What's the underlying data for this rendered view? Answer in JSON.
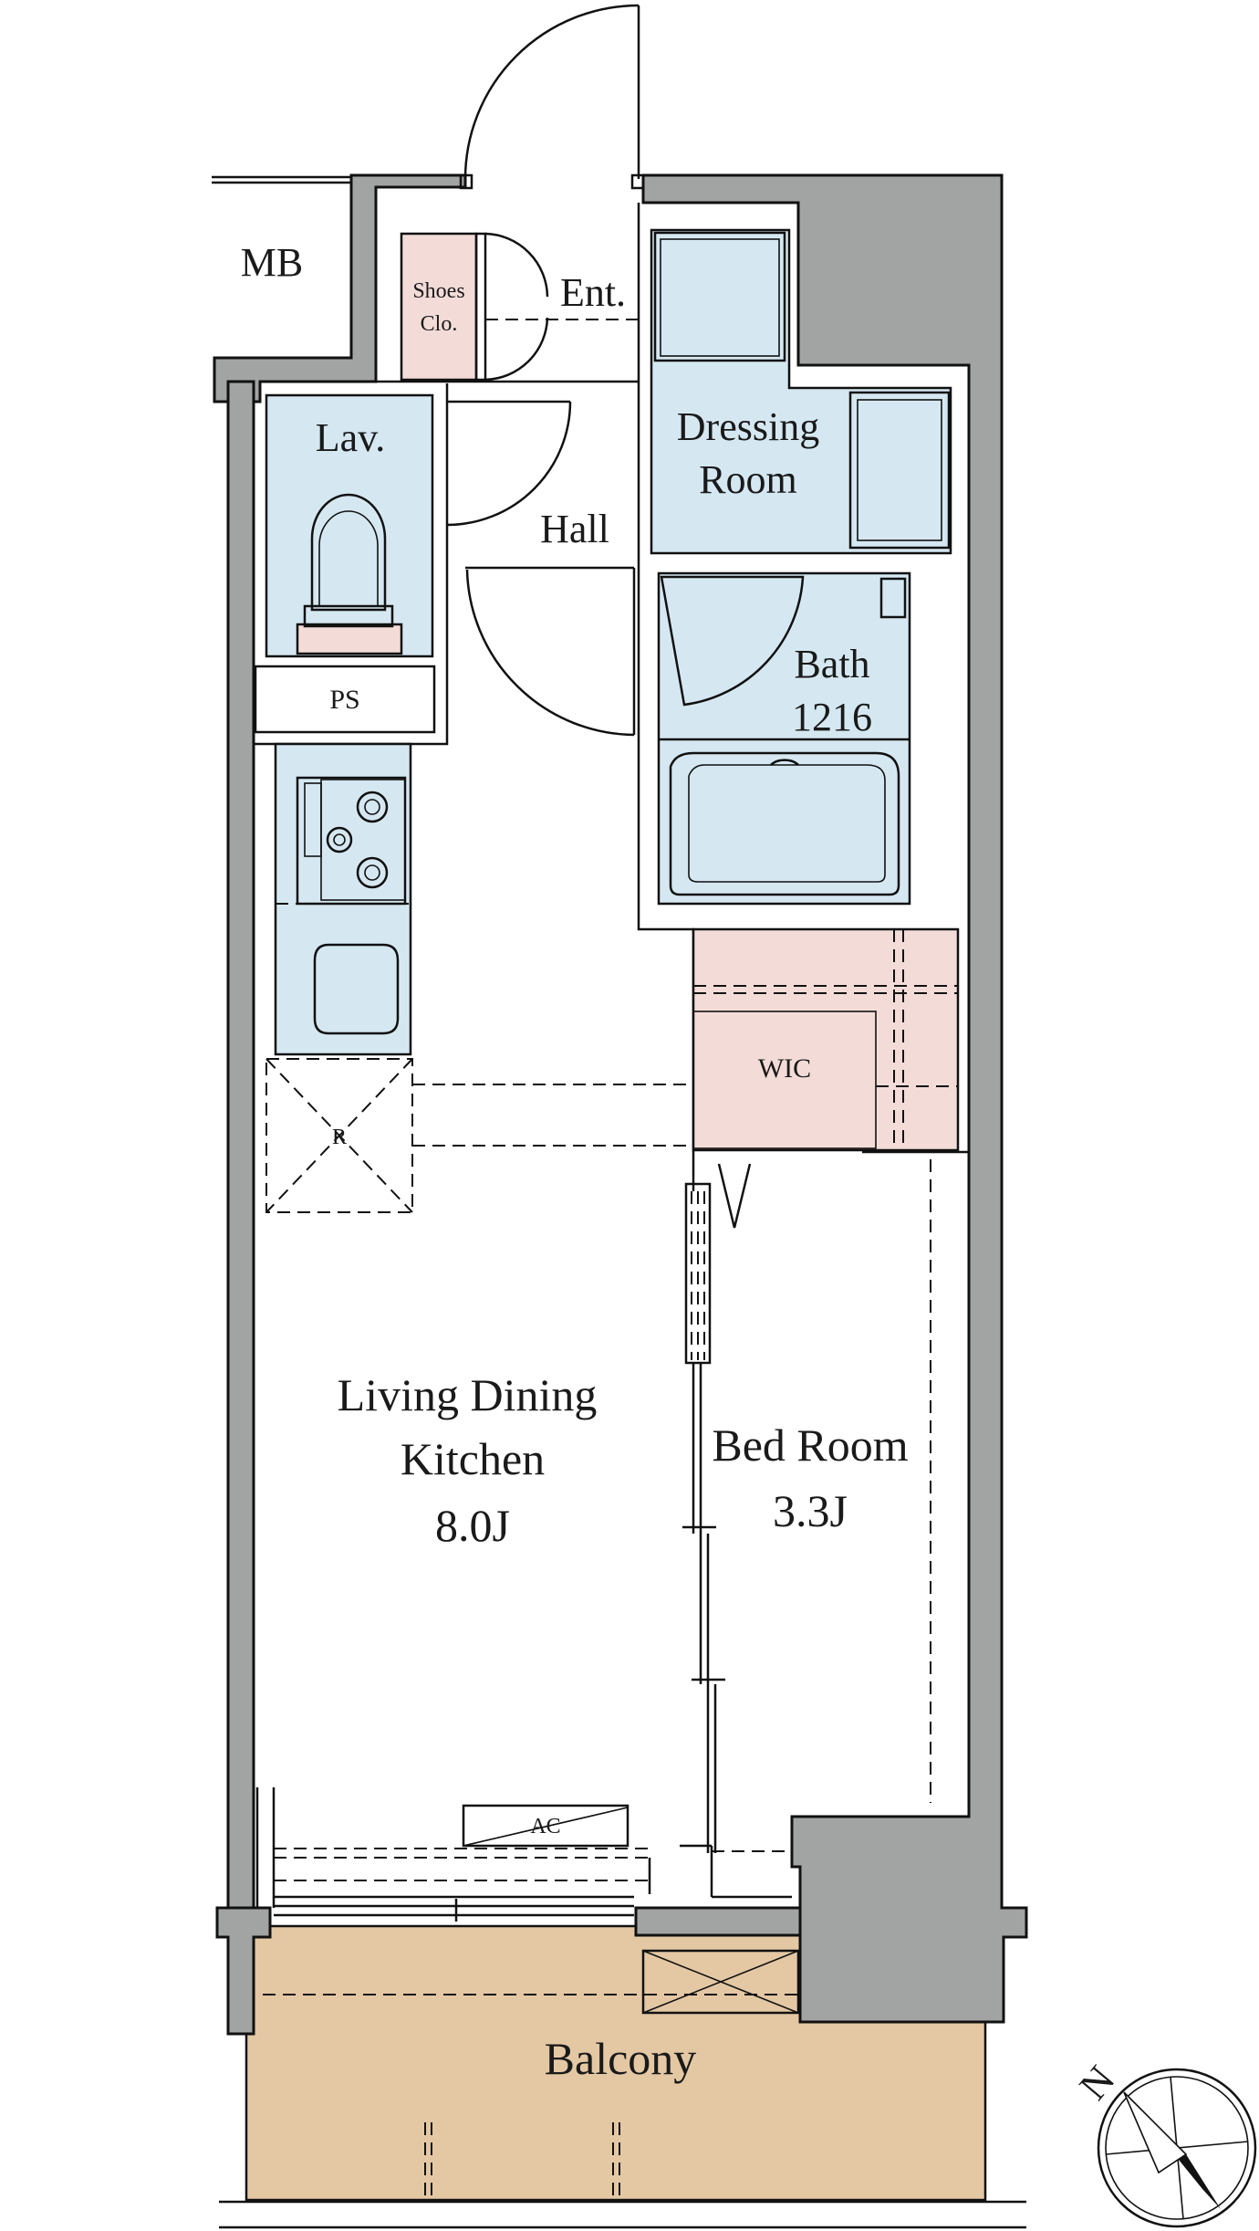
{
  "rooms": {
    "mb": "MB",
    "shoes_closet_line1": "Shoes",
    "shoes_closet_line2": "Clo.",
    "entrance": "Ent.",
    "dressing_line1": "Dressing",
    "dressing_line2": "Room",
    "lavatory": "Lav.",
    "hall": "Hall",
    "ps": "PS",
    "bath_line1": "Bath",
    "bath_line2": "1216",
    "wic": "WIC",
    "refrigerator": "R",
    "ldk_line1": "Living Dining",
    "ldk_line2": "Kitchen",
    "ldk_size": "8.0J",
    "bedroom_line1": "Bed Room",
    "bedroom_size": "3.3J",
    "ac": "AC",
    "balcony": "Balcony"
  },
  "compass": {
    "label": "N",
    "icon": "north-arrow-icon"
  },
  "colors": {
    "wall": "#a2a4a3",
    "wet_area": "#d5e8f2",
    "storage": "#f3dcd8",
    "balcony": "#e4c8a4"
  }
}
